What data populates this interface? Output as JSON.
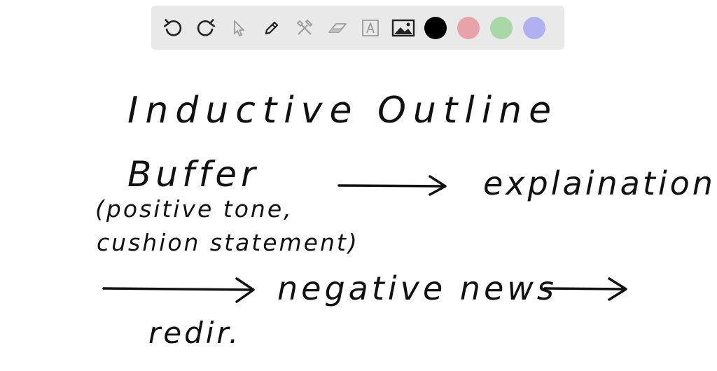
{
  "toolbar": {
    "tools": [
      {
        "name": "undo-icon",
        "enabled": true
      },
      {
        "name": "redo-icon",
        "enabled": true
      },
      {
        "name": "select-pointer-icon",
        "enabled": false
      },
      {
        "name": "pen-icon",
        "enabled": true
      },
      {
        "name": "tools-icon",
        "enabled": false
      },
      {
        "name": "eraser-icon",
        "enabled": false
      },
      {
        "name": "text-box-icon",
        "enabled": false
      },
      {
        "name": "image-icon",
        "enabled": true
      }
    ],
    "colors": [
      {
        "name": "black",
        "hex": "#000000",
        "selected": true
      },
      {
        "name": "red",
        "hex": "#e8a3a8",
        "selected": false
      },
      {
        "name": "green",
        "hex": "#a8d8a8",
        "selected": false
      },
      {
        "name": "purple",
        "hex": "#b1b1ef",
        "selected": false
      }
    ]
  },
  "canvas": {
    "title": "Inductive Outline",
    "buffer": "Buffer",
    "buffer_note_line1": "(positive tone,",
    "buffer_note_line2": "cushion statement)",
    "explanation": "explaination",
    "negative_news": "negative news",
    "redir": "redir."
  }
}
